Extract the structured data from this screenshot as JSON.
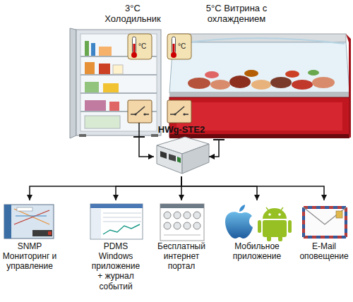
{
  "diagram": {
    "nodes": [
      {
        "text": [
          "3°C Холодильник"
        ]
      },
      {
        "text": [
          "5°C Витрина с охлаждением"
        ]
      },
      {
        "text": [
          "HWg-STE2"
        ]
      },
      {
        "text": [
          "SNMP Мониторинг и управление"
        ]
      },
      {
        "text": [
          "PDMS Windows приложение + журнал событий"
        ]
      },
      {
        "text": [
          "Бесплатный интернет портал"
        ]
      },
      {
        "text": [
          "Мобильное приложение"
        ]
      },
      {
        "text": [
          "E-Mail оповещение"
        ]
      }
    ],
    "edges": [
      {
        "from": 0,
        "to": 2,
        "arrow": "to"
      },
      {
        "from": 1,
        "to": 2,
        "arrow": "to"
      },
      {
        "from": 2,
        "to": 3,
        "arrow": "to"
      },
      {
        "from": 2,
        "to": 4,
        "arrow": "to"
      },
      {
        "from": 2,
        "to": 5,
        "arrow": "to"
      },
      {
        "from": 2,
        "to": 6,
        "arrow": "to"
      },
      {
        "from": 2,
        "to": 7,
        "arrow": "to"
      }
    ],
    "labels": [
      "°C",
      "°C"
    ]
  }
}
